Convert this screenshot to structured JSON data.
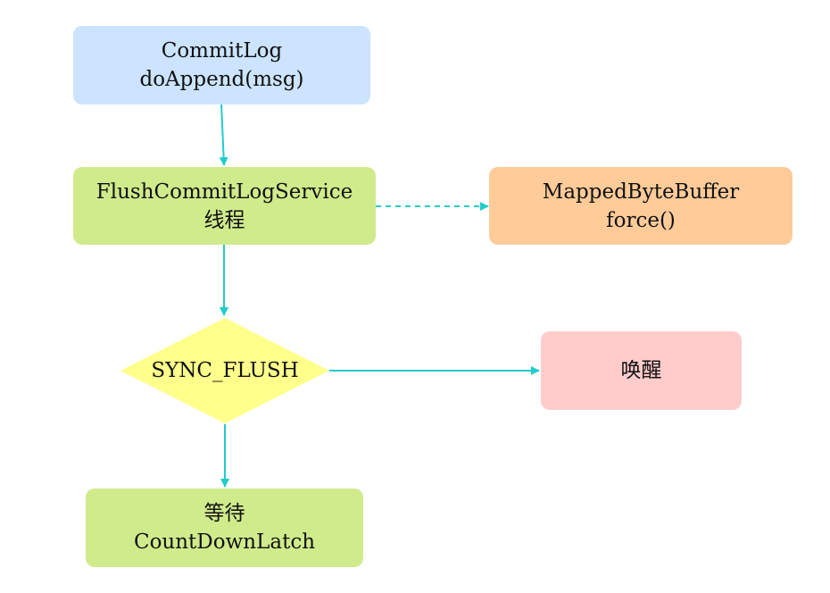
{
  "nodes": {
    "commitlog": {
      "line1": "CommitLog",
      "line2": "doAppend(msg)",
      "color": "#cce4ff"
    },
    "flush_service": {
      "line1": "FlushCommitLogService",
      "line2": "线程",
      "color": "#d0eb8c"
    },
    "mapped_buffer": {
      "line1": "MappedByteBuffer",
      "line2": "force()",
      "color": "#ffcb99"
    },
    "sync_flush": {
      "label": "SYNC_FLUSH",
      "color": "#ffff8c"
    },
    "wakeup": {
      "label": "唤醒",
      "color": "#ffcccc"
    },
    "wait": {
      "line1": "等待",
      "line2": "CountDownLatch",
      "color": "#d0eb8c"
    }
  },
  "edge_color": "#22cccc"
}
